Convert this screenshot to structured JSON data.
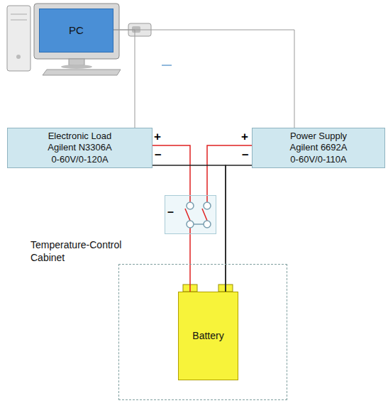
{
  "diagram": {
    "nodes": [
      {
        "text": [
          "PC"
        ]
      },
      {
        "text": [
          "Electronic Load",
          "Agilent N3306A",
          "0-60V/0-120A"
        ]
      },
      {
        "text": [
          "Power Supply",
          "Agilent 6692A",
          "0-60V/0-110A"
        ]
      },
      {
        "text": [
          "–"
        ]
      },
      {
        "text": [
          "Temperature-Control Cabinet"
        ]
      },
      {
        "text": [
          "Battery"
        ],
        "in": 4
      }
    ],
    "edges": [
      {
        "from": 0,
        "to": 1,
        "arrow": "none"
      },
      {
        "from": 0,
        "to": 2,
        "arrow": "none"
      },
      {
        "from": 1,
        "to": 3,
        "arrow": "none"
      },
      {
        "from": 2,
        "to": 3,
        "arrow": "none"
      },
      {
        "from": 3,
        "to": 5,
        "arrow": "none"
      },
      {
        "from": 1,
        "to": 5,
        "arrow": "none"
      },
      {
        "from": 2,
        "to": 5,
        "arrow": "none"
      }
    ],
    "labels": [
      "+",
      "–",
      "+",
      "–"
    ]
  }
}
